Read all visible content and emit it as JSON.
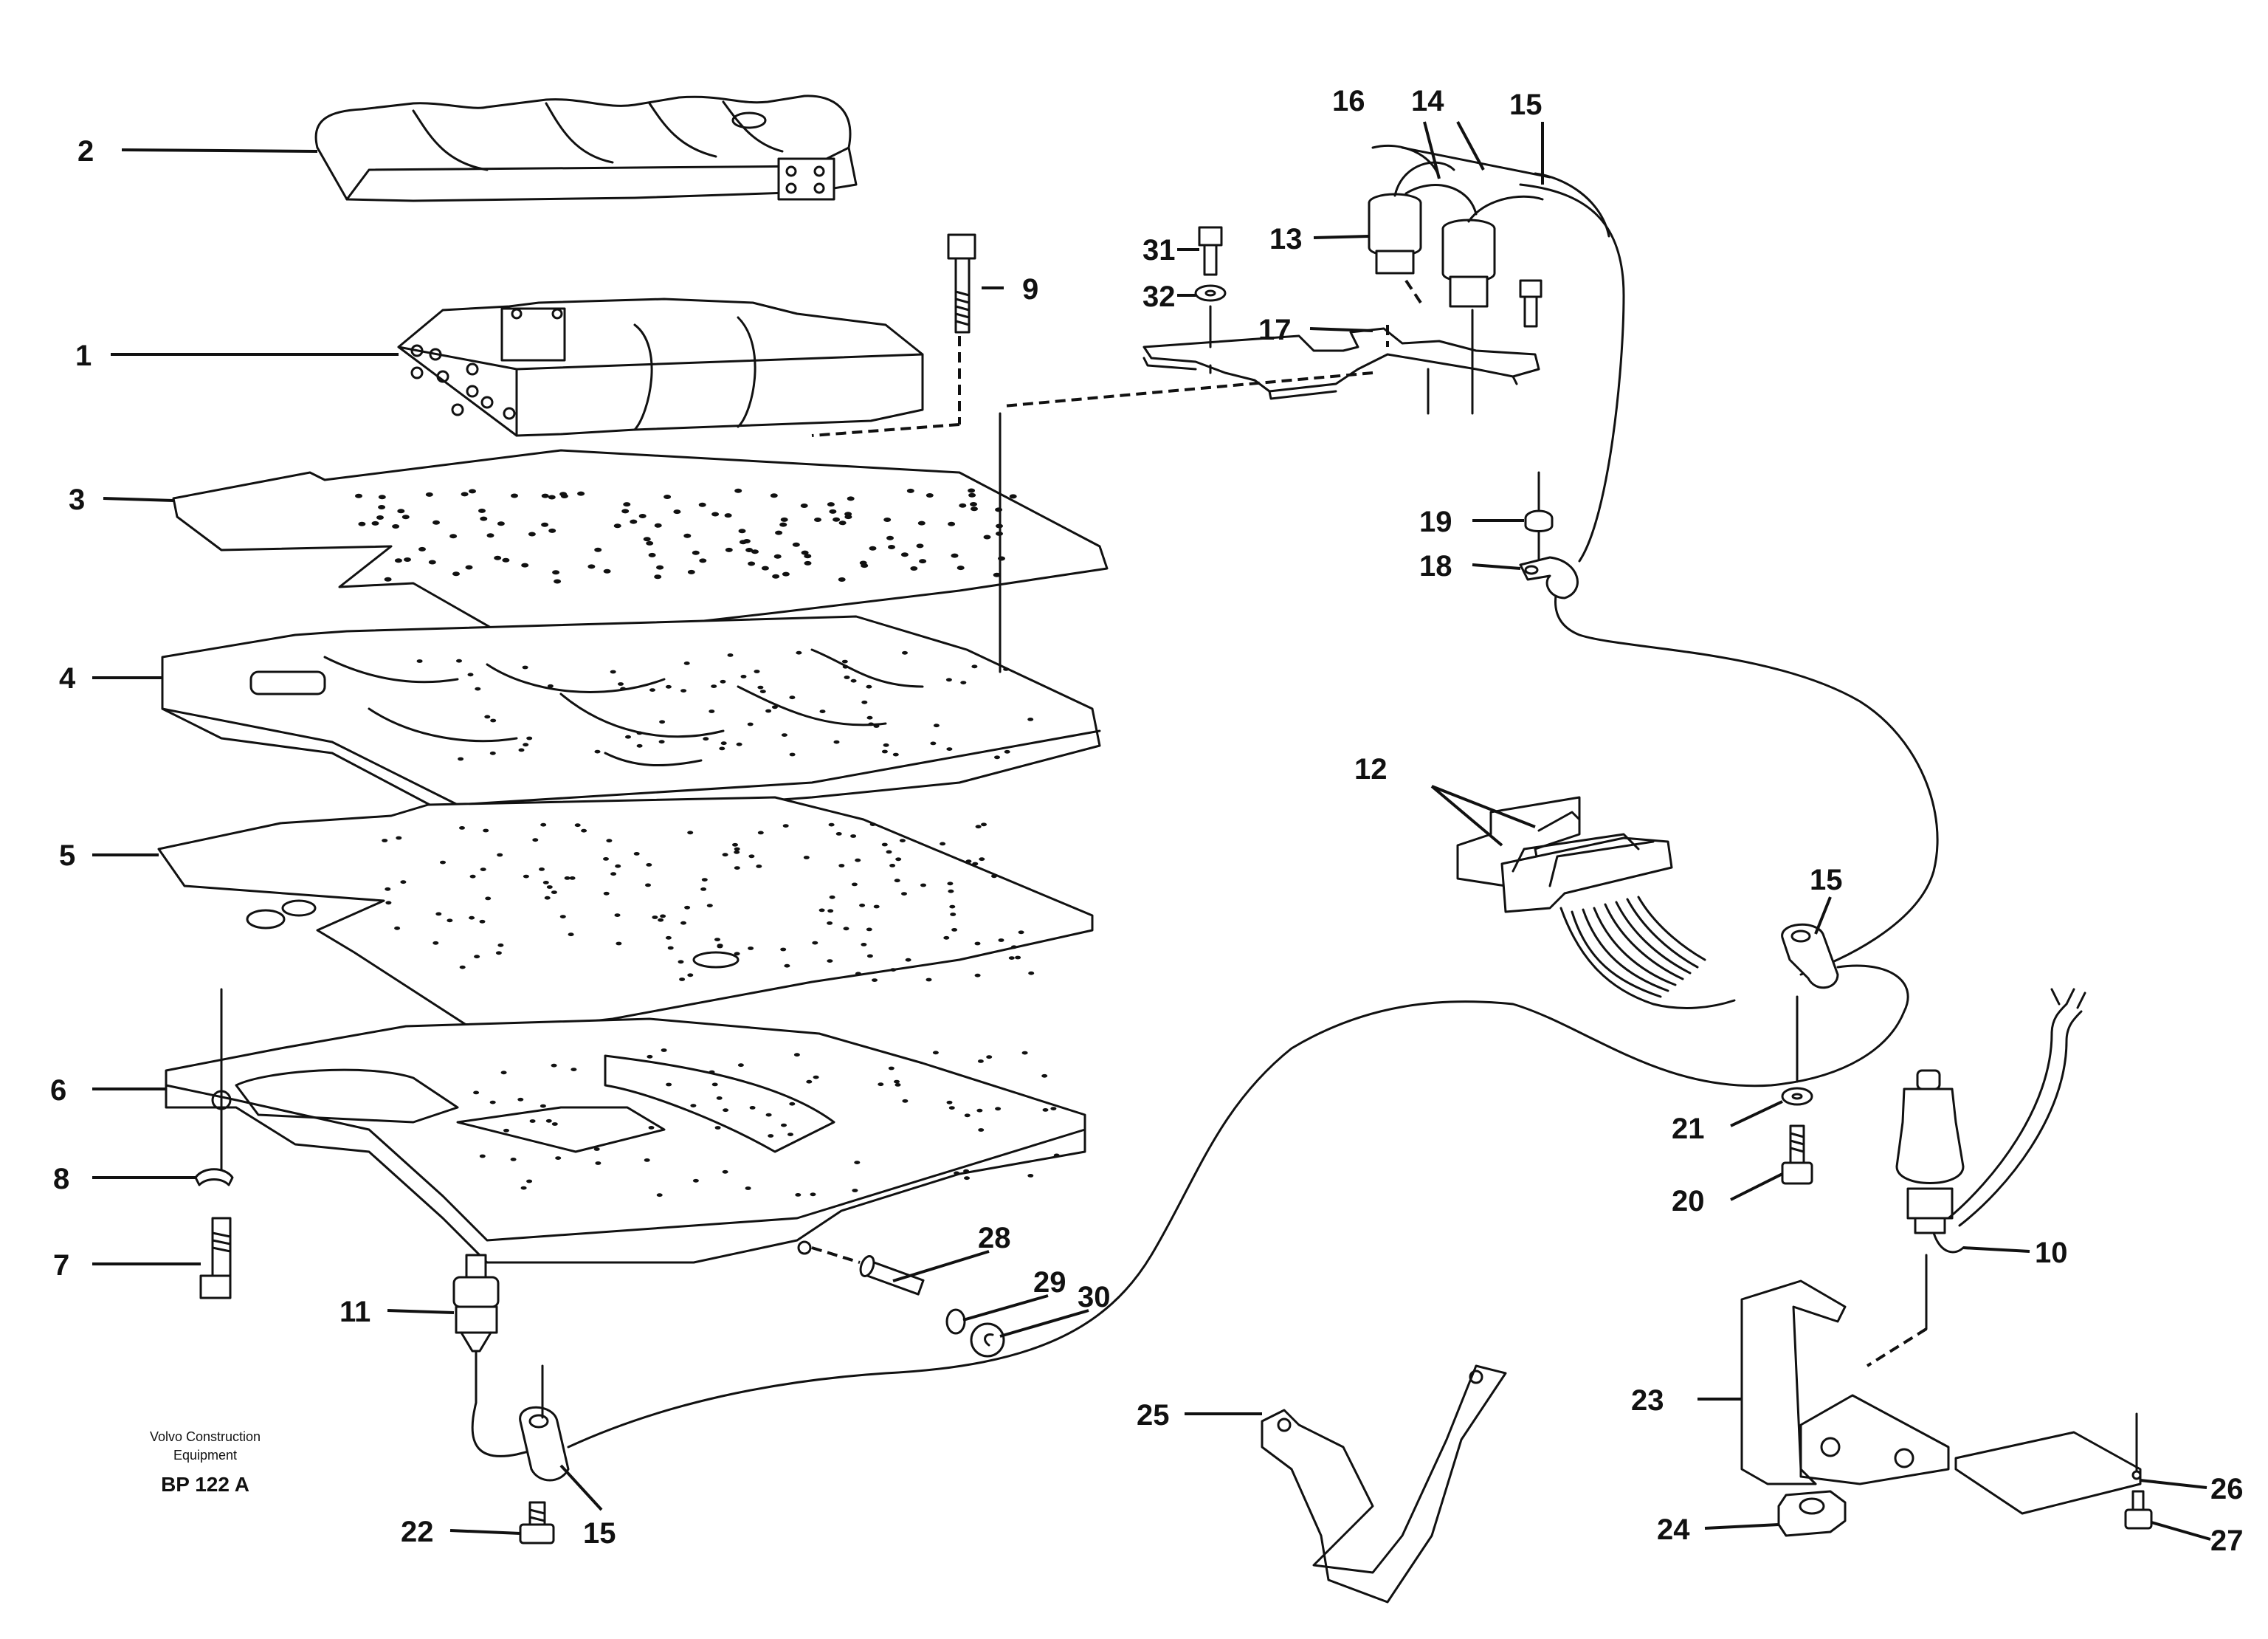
{
  "diagram": {
    "part_numbers": [
      "1",
      "2",
      "3",
      "4",
      "5",
      "6",
      "7",
      "8",
      "9",
      "10",
      "11",
      "12",
      "13",
      "14",
      "15",
      "16",
      "17",
      "18",
      "19",
      "20",
      "21",
      "22",
      "23",
      "24",
      "25",
      "26",
      "27",
      "28",
      "29",
      "30",
      "31",
      "32"
    ],
    "labels": {
      "p1": "1",
      "p2": "2",
      "p3": "3",
      "p4": "4",
      "p5": "5",
      "p6": "6",
      "p7": "7",
      "p8": "8",
      "p9": "9",
      "p10": "10",
      "p11": "11",
      "p12": "12",
      "p13": "13",
      "p14": "14",
      "p15a": "15",
      "p15b": "15",
      "p15c": "15",
      "p16": "16",
      "p17": "17",
      "p18": "18",
      "p19": "19",
      "p20": "20",
      "p21": "21",
      "p22": "22",
      "p23": "23",
      "p24": "24",
      "p25": "25",
      "p26": "26",
      "p27": "27",
      "p28": "28",
      "p29": "29",
      "p30": "30",
      "p31": "31",
      "p32": "32"
    },
    "caption": {
      "line1": "Volvo Construction",
      "line2": "Equipment",
      "code": "BP 122 A"
    }
  }
}
